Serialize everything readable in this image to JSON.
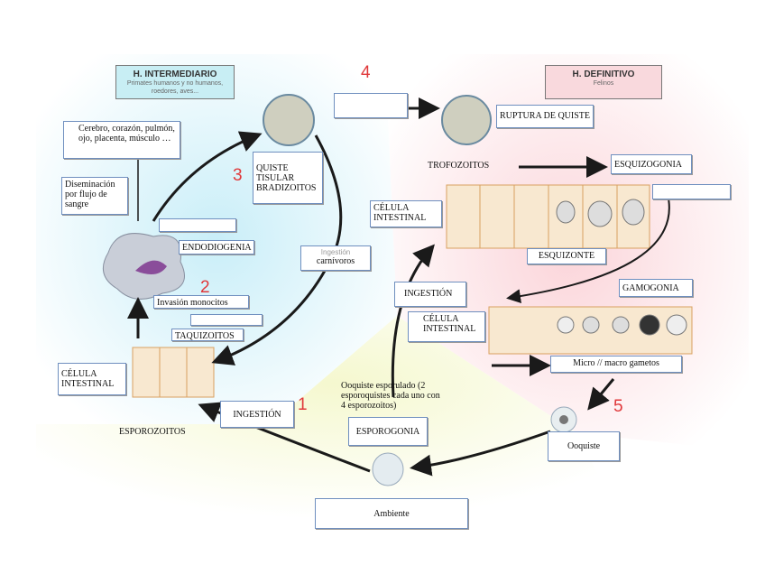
{
  "host_intermediate": {
    "title": "H. INTERMEDIARIO",
    "subtitle": "Primates humanos y no humanos, roedores, aves..."
  },
  "host_definitive": {
    "title": "H. DEFINITIVO",
    "subtitle": "Felinos"
  },
  "steps": [
    "1",
    "2",
    "3",
    "4",
    "5"
  ],
  "labels": {
    "organs": "Cerebro, corazón, pulmón, ojo, placenta, músculo …",
    "dissemination": "Diseminación por flujo de sangre",
    "cyst": "QUISTE TISULAR BRADIZOITOS",
    "endodiogeny": "ENDODIOGENIA",
    "invasion": "Invasión monocitos",
    "tachyzoites": "TAQUIZOITOS",
    "intestinal_cell_left": "CÉLULA INTESTINAL",
    "sporozoites": "ESPOROZOITOS",
    "ingestion_left": "INGESTIÓN",
    "ingestion_carnivores_faded": "Ingestión",
    "ingestion_carnivores": "carnívoros",
    "cyst_rupture": "RUPTURA DE QUISTE",
    "trophozoites": "TROFOZOITOS",
    "schizogony": "ESQUIZOGONIA",
    "intestinal_cell_top": "CÉLULA INTESTINAL",
    "schizont": "ESQUIZONTE",
    "ingestion_right": "INGESTIÓN",
    "gamogony": "GAMOGONIA",
    "intestinal_cell_right": "CÉLULA INTESTINAL",
    "gametes": "Micro // macro gametos",
    "sporulated_oocyst": "Ooquiste esporulado (2 esporoquistes cada uno con 4 esporozoitos)",
    "sporogony": "ESPOROGONIA",
    "oocyst": "Ooquiste",
    "environment": "Ambiente"
  },
  "colors": {
    "intermediate_bg": "#d6f1f8",
    "definitive_bg": "#fbe0e3",
    "environment_bg": "#f6f8d8",
    "step_number": "#e0383a",
    "arrow": "#1a1a1a"
  }
}
